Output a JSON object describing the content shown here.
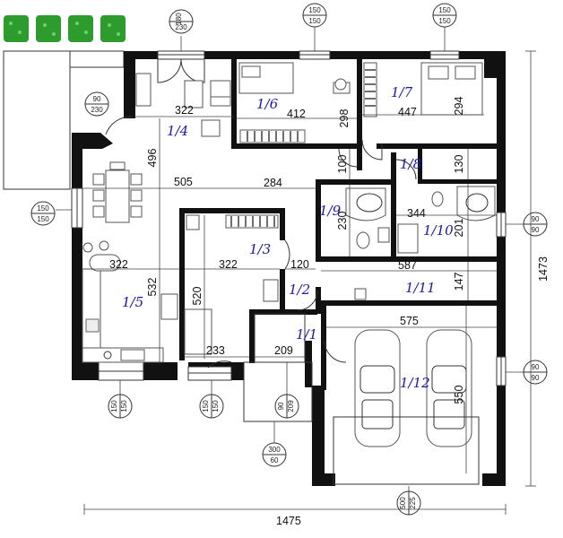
{
  "rooms": [
    {
      "id": "1/1",
      "label": "1/1"
    },
    {
      "id": "1/2",
      "label": "1/2"
    },
    {
      "id": "1/3",
      "label": "1/3"
    },
    {
      "id": "1/4",
      "label": "1/4"
    },
    {
      "id": "1/5",
      "label": "1/5"
    },
    {
      "id": "1/6",
      "label": "1/6"
    },
    {
      "id": "1/7",
      "label": "1/7"
    },
    {
      "id": "1/8",
      "label": "1/8"
    },
    {
      "id": "1/9",
      "label": "1/9"
    },
    {
      "id": "1/10",
      "label": "1/10"
    },
    {
      "id": "1/11",
      "label": "1/11"
    },
    {
      "id": "1/12",
      "label": "1/12"
    }
  ],
  "dimensions": {
    "d322_top": "322",
    "d412": "412",
    "d298": "298",
    "d447": "447",
    "d294": "294",
    "d496": "496",
    "d505": "505",
    "d284": "284",
    "d100": "100",
    "d130": "130",
    "d344": "344",
    "d230": "230",
    "d201": "201",
    "d322_mid_left": "322",
    "d322_mid": "322",
    "d120": "120",
    "d587": "587",
    "d147": "147",
    "d532": "532",
    "d520": "520",
    "d575": "575",
    "d233": "233",
    "d209": "209",
    "d550": "550",
    "total_width": "1475",
    "total_height": "1473"
  },
  "openings": [
    {
      "id": "w_top_terrace",
      "top": "180",
      "bottom": "230"
    },
    {
      "id": "w_top_16",
      "top": "150",
      "bottom": "150"
    },
    {
      "id": "w_top_17",
      "top": "150",
      "bottom": "150"
    },
    {
      "id": "w_diag",
      "top": "90",
      "bottom": "230"
    },
    {
      "id": "w_left",
      "top": "150",
      "bottom": "150"
    },
    {
      "id": "w_right_110",
      "top": "90",
      "bottom": "90"
    },
    {
      "id": "w_right_112",
      "top": "90",
      "bottom": "90"
    },
    {
      "id": "w_bot_15",
      "top": "150",
      "bottom": "150"
    },
    {
      "id": "w_bot_13",
      "top": "150",
      "bottom": "150"
    },
    {
      "id": "w_bot_entry",
      "top": "90",
      "bottom": "209"
    },
    {
      "id": "w_bot_step",
      "top": "300",
      "bottom": "60"
    },
    {
      "id": "w_bot_garage",
      "top": "500",
      "bottom": "225"
    }
  ],
  "colors": {
    "wall": "#111111",
    "room_label": "#1a1aa8",
    "hedge": "#2e9b2e"
  }
}
